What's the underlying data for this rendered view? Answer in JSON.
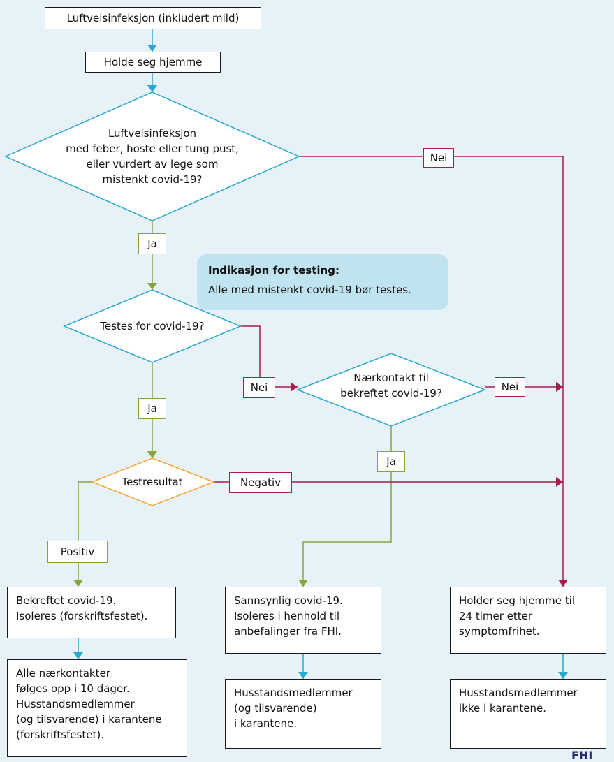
{
  "colors": {
    "blue": "#29a8d3",
    "green": "#85a43d",
    "red": "#a81d4c",
    "orange": "#f4a637",
    "info_bg": "#bfe3ef"
  },
  "boxes": {
    "start": "Luftveisinfeksjon (inkludert mild)",
    "stay_home": "Holde seg hjemme",
    "confirmed": "Bekreftet covid-19.\nIsoleres (forskriftsfestet).",
    "contacts": "Alle nærkontakter\nfølges opp i 10 dager.\nHusstandsmedlemmer\n(og tilsvarende) i karantene\n(forskriftsfestet).",
    "probable": "Sannsynlig covid-19.\nIsoleres i henhold til\nanbefalinger fra FHI.",
    "household_quarantine": "Husstandsmedlemmer\n(og tilsvarende)\ni karantene.",
    "stay_until": "Holder seg hjemme til\n24 timer etter\nsymptomfrihet.",
    "household_no_quarantine": "Husstandsmedlemmer\nikke i karantene."
  },
  "decisions": {
    "symptoms": "Luftveisinfeksjon\nmed feber, hoste eller tung pust,\neller vurdert av lege som\nmistenkt covid-19?",
    "tested": "Testes for covid-19?",
    "contact": "Nærkontakt til\nbekreftet covid-19?",
    "result": "Testresultat"
  },
  "labels": {
    "nei1": "Nei",
    "ja1": "Ja",
    "nei2": "Nei",
    "nei3": "Nei",
    "ja2": "Ja",
    "ja3": "Ja",
    "negativ": "Negativ",
    "positiv": "Positiv"
  },
  "info": {
    "title": "Indikasjon for testing:",
    "text": "Alle med mistenkt covid-19 bør testes."
  },
  "logo_text": "FHI"
}
